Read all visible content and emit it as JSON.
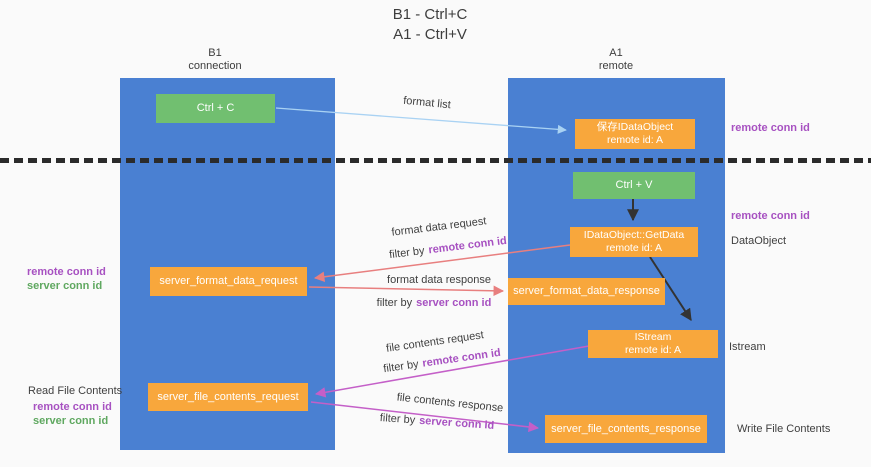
{
  "title": {
    "line1": "B1 - Ctrl+C",
    "line2": "A1 - Ctrl+V"
  },
  "lanes": {
    "left": {
      "name": "B1",
      "role": "connection"
    },
    "right": {
      "name": "A1",
      "role": "remote"
    }
  },
  "nodes": {
    "ctrl_c": {
      "label": "Ctrl + C"
    },
    "ctrl_v": {
      "label": "Ctrl + V"
    },
    "save_dataobject": {
      "line1": "保存IDataObject",
      "line2": "remote id: A"
    },
    "getdata": {
      "line1": "IDataObject::GetData",
      "line2": "remote id: A"
    },
    "istream": {
      "line1": "IStream",
      "line2": "remote id: A"
    },
    "format_request": {
      "label": "server_format_data_request"
    },
    "format_response": {
      "label": "server_format_data_response"
    },
    "file_request": {
      "label": "server_file_contents_request"
    },
    "file_response": {
      "label": "server_file_contents_response"
    }
  },
  "side_labels": {
    "remote_conn_id_top": "remote conn id",
    "remote_conn_id_mid": "remote conn id",
    "dataobject": "DataObject",
    "istream": "Istream",
    "write_file_contents": "Write File Contents",
    "read_file_contents": "Read File Contents",
    "left_remote_conn_id_1": "remote conn id",
    "left_server_conn_id_1": "server conn id",
    "left_remote_conn_id_2": "remote conn id",
    "left_server_conn_id_2": "server conn id"
  },
  "arrow_labels": {
    "format_list": "format list",
    "format_data_request": "format data request",
    "format_data_response": "format data response",
    "file_contents_request": "file contents request",
    "file_contents_response": "file contents response",
    "filter_by": "filter by",
    "remote_conn_id": "remote conn id",
    "server_conn_id": "server conn id"
  },
  "colors": {
    "lane_blue": "#4a80d2",
    "node_green": "#71bf70",
    "node_orange": "#f8a73c",
    "arrow_salmon": "#e87f7f",
    "arrow_magenta": "#c45fc8",
    "arrow_lightblue": "#a9d2f3",
    "arrow_black": "#333333",
    "text_purple": "#a751c1",
    "text_green": "#5fa860",
    "text_dark": "#3f3f3f"
  }
}
